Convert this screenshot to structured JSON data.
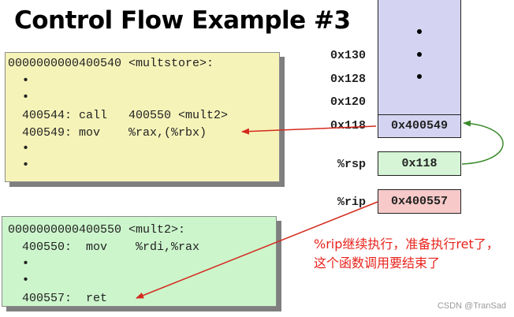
{
  "title": "Control Flow Example #3",
  "box_multstore": {
    "lines": [
      "0000000000400540 <multstore>:",
      "  •",
      "  •",
      "  400544: call   400550 <mult2>",
      "  400549: mov    %rax,(%rbx)",
      "  •",
      "  •"
    ],
    "color": "#f5f3b8"
  },
  "box_mult2": {
    "lines": [
      "0000000000400550 <mult2>:",
      "  400550:  mov    %rdi,%rax",
      "  •",
      "  •",
      "  400557:  ret"
    ],
    "color": "#ccf5cc"
  },
  "stack": {
    "addresses": [
      "0x130",
      "0x128",
      "0x120",
      "0x118"
    ],
    "top_cell_value": "0x400549",
    "column_color": "#d4d4f2"
  },
  "registers": {
    "rsp": {
      "label": "%rsp",
      "value": "0x118",
      "color": "#d6f5d6"
    },
    "rip": {
      "label": "%rip",
      "value": "0x400557",
      "color": "#f7c9c9"
    }
  },
  "annotation": "%rip继续执行，准备执行ret了，这个函数调用要结束了",
  "watermark": "CSDN @TranSad",
  "colors": {
    "arrow_red": "#d42a1e",
    "arrow_green": "#3a8a2a",
    "annotation": "#e8231c"
  }
}
